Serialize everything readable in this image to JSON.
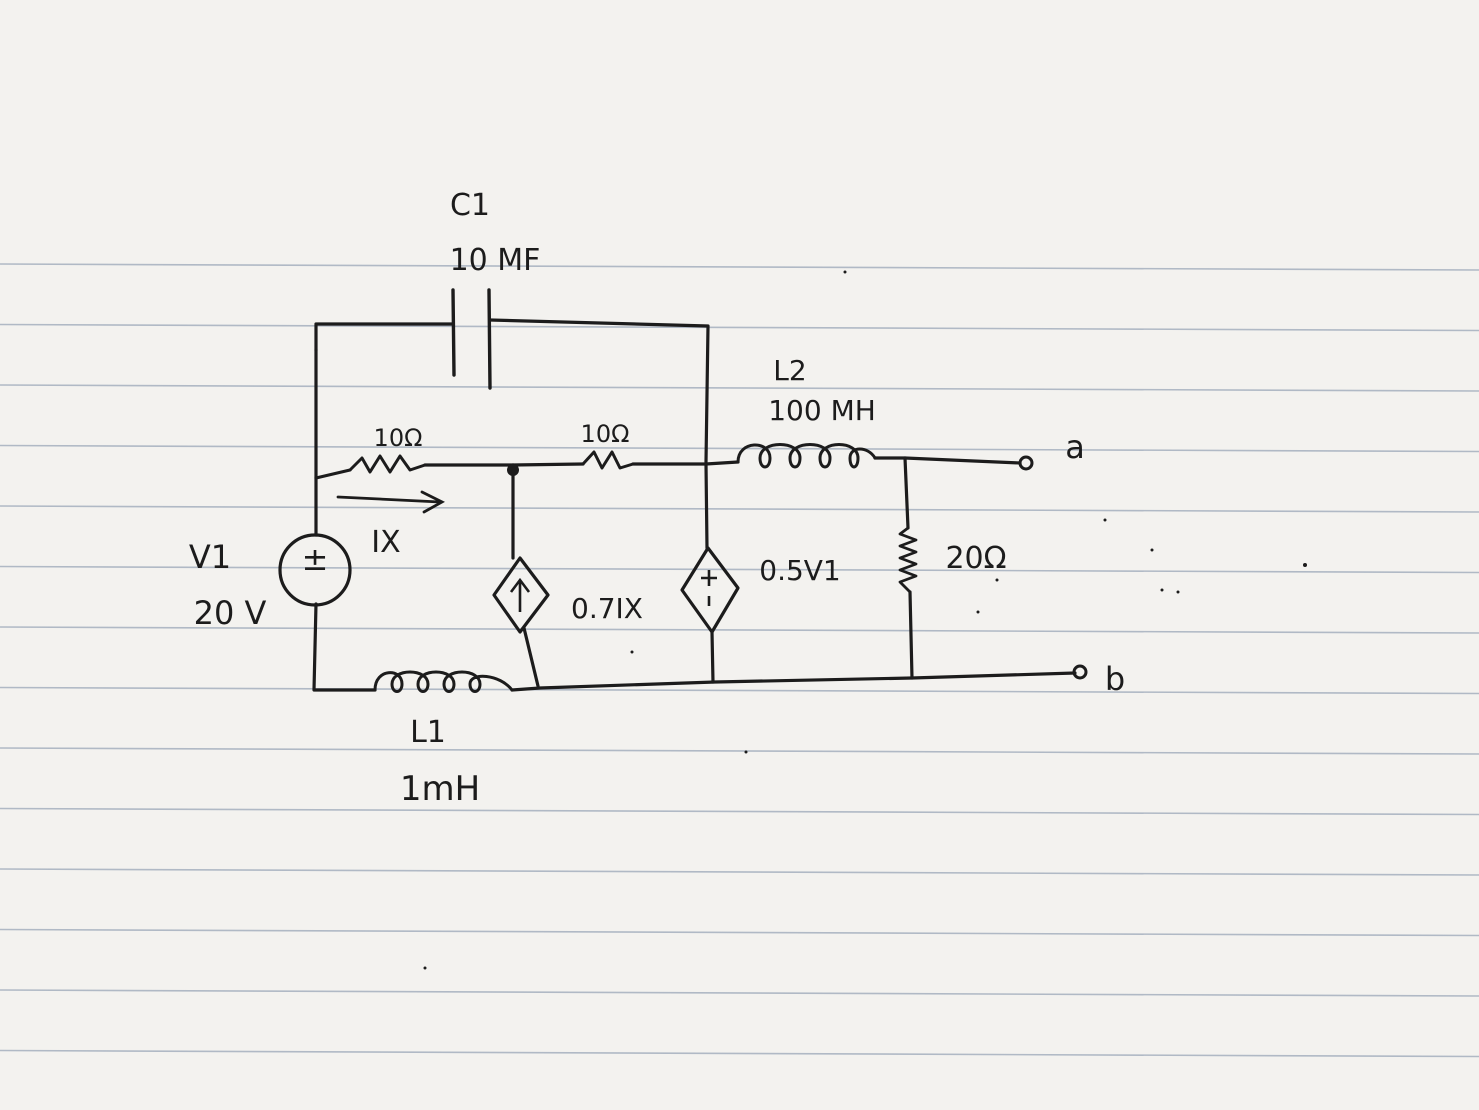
{
  "components": {
    "c1": {
      "name": "C1",
      "value": "10 MF"
    },
    "l2": {
      "name": "L2",
      "value": "100 MH"
    },
    "r1": {
      "value": "10Ω"
    },
    "r2": {
      "value": "10Ω"
    },
    "v1": {
      "name": "V1",
      "value": "20 V"
    },
    "ix": {
      "label": "IX"
    },
    "ccs": {
      "label": "0.7IX"
    },
    "ccvs": {
      "label": "0.5V1"
    },
    "r3": {
      "value": "20Ω"
    },
    "l1": {
      "name": "L1",
      "value": "1mH"
    }
  },
  "terminals": {
    "a": "a",
    "b": "b"
  },
  "colors": {
    "ink": "#1c1c1c",
    "rule": "#9aa7b8",
    "paper": "#f3f2ef"
  }
}
